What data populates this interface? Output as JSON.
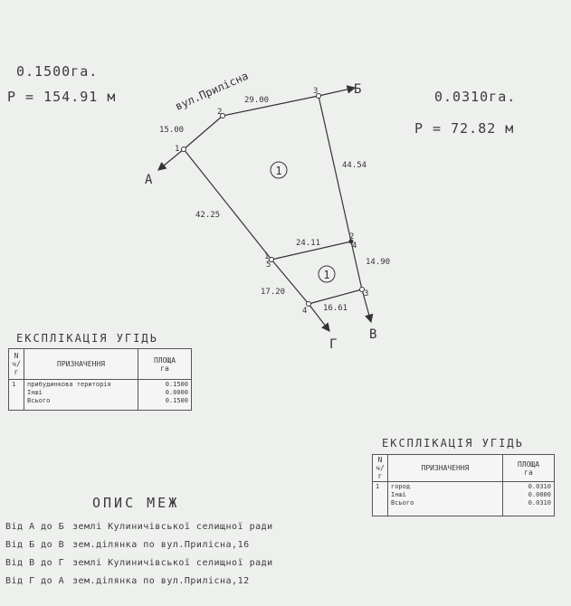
{
  "plot1": {
    "area": "0.1500га.",
    "perimeter": "P = 154.91 м"
  },
  "plot2": {
    "area": "0.0310га.",
    "perimeter": "P = 72.82 м"
  },
  "street": "вул.Прилісна",
  "plan": {
    "directions": {
      "a": "А",
      "b": "Б",
      "v": "В",
      "g": "Г"
    },
    "dims": {
      "d1": "15.00",
      "d2": "29.00",
      "d3": "44.54",
      "d4": "42.25",
      "d5": "24.11",
      "d6": "14.90",
      "d7": "17.20",
      "d8": "16.61"
    },
    "points": {
      "p1": "1",
      "p2": "2",
      "p3": "3",
      "q1": "1",
      "q2": "2",
      "q3": "3",
      "q4": "4",
      "q5": "5",
      "q4b": "4"
    },
    "plot_labels": {
      "l1": "1",
      "l2": "1"
    }
  },
  "expl1": {
    "title": "ЕКСПЛІКАЦІЯ УГІДЬ",
    "headers": {
      "n": "N",
      "n2": "ч/г",
      "purpose": "ПРИЗНАЧЕННЯ",
      "area": "ПЛОЩА",
      "unit": "га"
    },
    "row_n": "1",
    "items": [
      "прибудинкова територія",
      "Інші",
      "Всього"
    ],
    "values": [
      "0.1500",
      "0.0000",
      "0.1500"
    ]
  },
  "expl2": {
    "title": "ЕКСПЛІКАЦІЯ УГІДЬ",
    "headers": {
      "n": "N",
      "n2": "ч/г",
      "purpose": "ПРИЗНАЧЕННЯ",
      "area": "ПЛОЩА",
      "unit": "га"
    },
    "row_n": "1",
    "items": [
      "город",
      "Інші",
      "Всього"
    ],
    "values": [
      "0.0310",
      "0.0000",
      "0.0310"
    ]
  },
  "boundaries": {
    "title": "ОПИС МЕЖ",
    "rows": [
      {
        "from": "Від А до Б",
        "desc": "землі Кулиничівської селищної ради"
      },
      {
        "from": "Від Б до В",
        "desc": "зем.ділянка по вул.Прилісна,16"
      },
      {
        "from": "Від В до Г",
        "desc": "землі Кулиничівської селищної ради"
      },
      {
        "from": "Від Г до А",
        "desc": "зем.ділянка по вул.Прилісна,12"
      }
    ]
  }
}
